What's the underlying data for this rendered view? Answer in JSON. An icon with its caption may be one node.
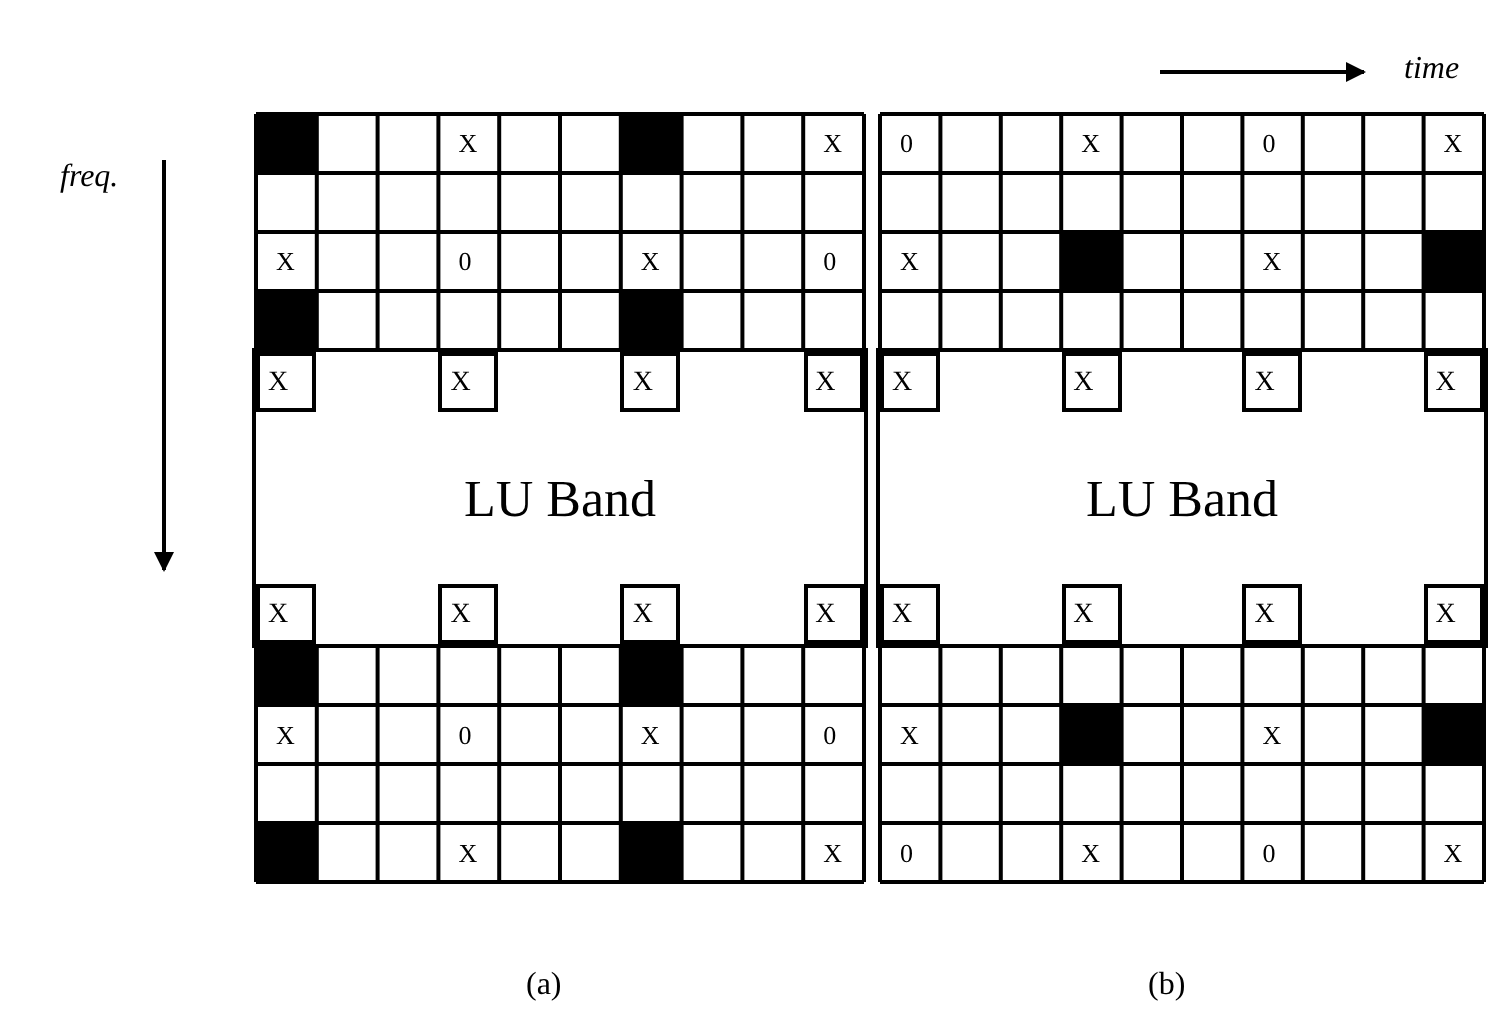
{
  "diagram": {
    "nodes": [
      {
        "text": [
          "LU Band"
        ]
      },
      {
        "text": [
          "X"
        ],
        "in": 0
      },
      {
        "text": [
          "X"
        ],
        "in": 0
      },
      {
        "text": [
          "X"
        ],
        "in": 0
      },
      {
        "text": [
          "X"
        ],
        "in": 0
      },
      {
        "text": [
          "X"
        ],
        "in": 0
      },
      {
        "text": [
          "X"
        ],
        "in": 0
      },
      {
        "text": [
          "X"
        ],
        "in": 0
      },
      {
        "text": [
          "X"
        ],
        "in": 0
      },
      {
        "text": [
          "LU Band"
        ]
      },
      {
        "text": [
          "X"
        ],
        "in": 9
      },
      {
        "text": [
          "X"
        ],
        "in": 9
      },
      {
        "text": [
          "X"
        ],
        "in": 9
      },
      {
        "text": [
          "X"
        ],
        "in": 9
      },
      {
        "text": [
          "X"
        ],
        "in": 9
      },
      {
        "text": [
          "X"
        ],
        "in": 9
      },
      {
        "text": [
          "X"
        ],
        "in": 9
      },
      {
        "text": [
          "X"
        ],
        "in": 9
      }
    ],
    "edges": [],
    "labels": [
      "time",
      "freq.",
      "X",
      "X",
      "X",
      "0",
      "X",
      "0",
      "X",
      "0",
      "X",
      "0",
      "X",
      "X",
      "0",
      "X",
      "0",
      "X",
      "X",
      "X",
      "X",
      "X",
      "0",
      "X",
      "0",
      "X",
      "(a)",
      "(b)"
    ]
  }
}
